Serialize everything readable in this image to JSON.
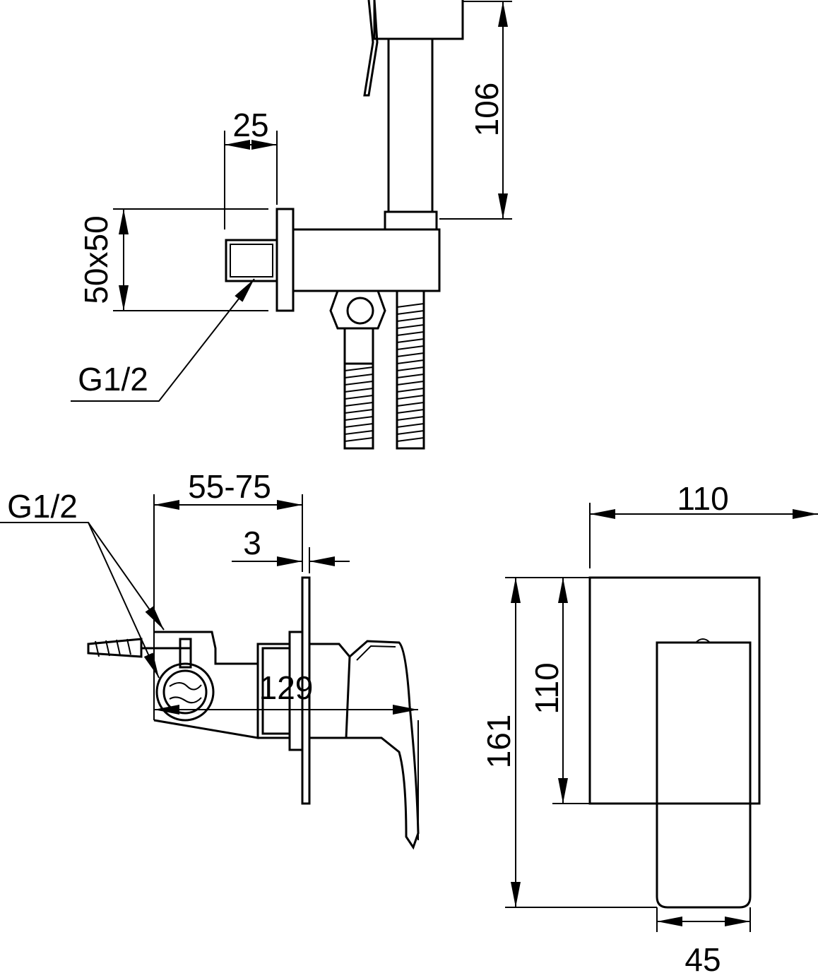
{
  "top_view": {
    "dim_width": "25",
    "dim_height_shower": "106",
    "dim_plate": "50x50",
    "thread_label": "G1/2"
  },
  "side_view": {
    "thread_label": "G1/2",
    "dim_depth_range": "55-75",
    "dim_plate_thickness": "3",
    "dim_total_length": "129"
  },
  "front_view": {
    "dim_plate_width": "110",
    "dim_total_height": "161",
    "dim_plate_height": "110",
    "dim_handle_width": "45"
  }
}
